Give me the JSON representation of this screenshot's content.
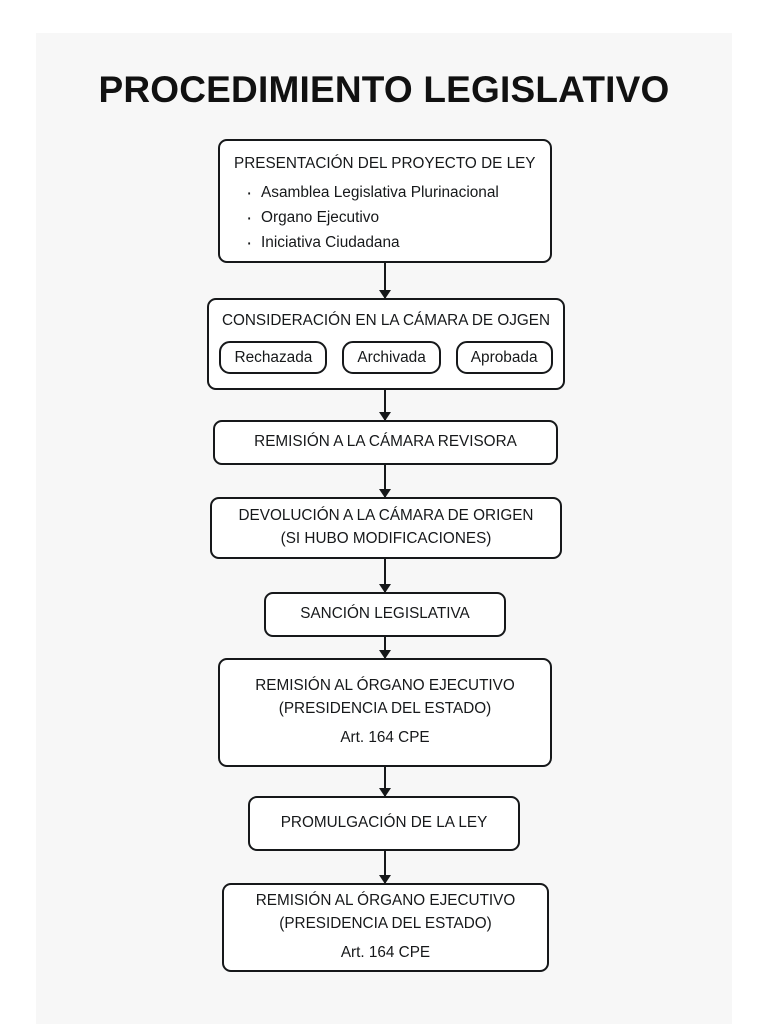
{
  "document": {
    "title": "PROCEDIMIENTO LEGISLATIVO",
    "background_color": "#f7f7f7",
    "outer_background_color": "#ffffff",
    "line_color": "#16181a"
  },
  "flowchart": {
    "type": "flowchart",
    "orientation": "vertical-top-to-bottom",
    "nodes": [
      {
        "id": "node-1",
        "heading": "PRESENTACIÓN DEL PROYECTO DE LEY",
        "bullets": [
          "Asamblea Legislativa Plurinacional",
          "Organo Ejecutivo",
          "Iniciativa Ciudadana"
        ]
      },
      {
        "id": "node-2",
        "heading": "CONSIDERACIÓN EN LA CÁMARA DE OJGEN",
        "chips": [
          "Rechazada",
          "Archivada",
          "Aprobada"
        ]
      },
      {
        "id": "node-3",
        "lines": [
          "REMISIÓN A LA CÁMARA REVISORA"
        ]
      },
      {
        "id": "node-4",
        "lines": [
          "DEVOLUCIÓN A LA CÁMARA DE ORIGEN",
          "(SI HUBO MODIFICACIONES)"
        ]
      },
      {
        "id": "node-5",
        "lines": [
          "SANCIÓN LEGISLATIVA"
        ]
      },
      {
        "id": "node-6",
        "lines": [
          "REMISIÓN AL ÓRGANO EJECUTIVO",
          "(PRESIDENCIA DEL ESTADO)",
          "Art. 164 CPE"
        ]
      },
      {
        "id": "node-7",
        "lines": [
          "PROMULGACIÓN DE LA LEY"
        ]
      },
      {
        "id": "node-8",
        "lines": [
          "REMISIÓN AL ÓRGANO EJECUTIVO",
          "(PRESIDENCIA DEL ESTADO)",
          "Art. 164 CPE"
        ]
      }
    ],
    "connectors": [
      {
        "from": "node-1",
        "to": "node-2",
        "style": "arrow-down"
      },
      {
        "from": "node-2",
        "to": "node-3",
        "style": "arrow-down"
      },
      {
        "from": "node-3",
        "to": "node-4",
        "style": "arrow-down"
      },
      {
        "from": "node-4",
        "to": "node-5",
        "style": "arrow-down"
      },
      {
        "from": "node-5",
        "to": "node-6",
        "style": "arrow-down"
      },
      {
        "from": "node-6",
        "to": "node-7",
        "style": "arrow-down"
      },
      {
        "from": "node-7",
        "to": "node-8",
        "style": "arrow-down"
      }
    ]
  }
}
